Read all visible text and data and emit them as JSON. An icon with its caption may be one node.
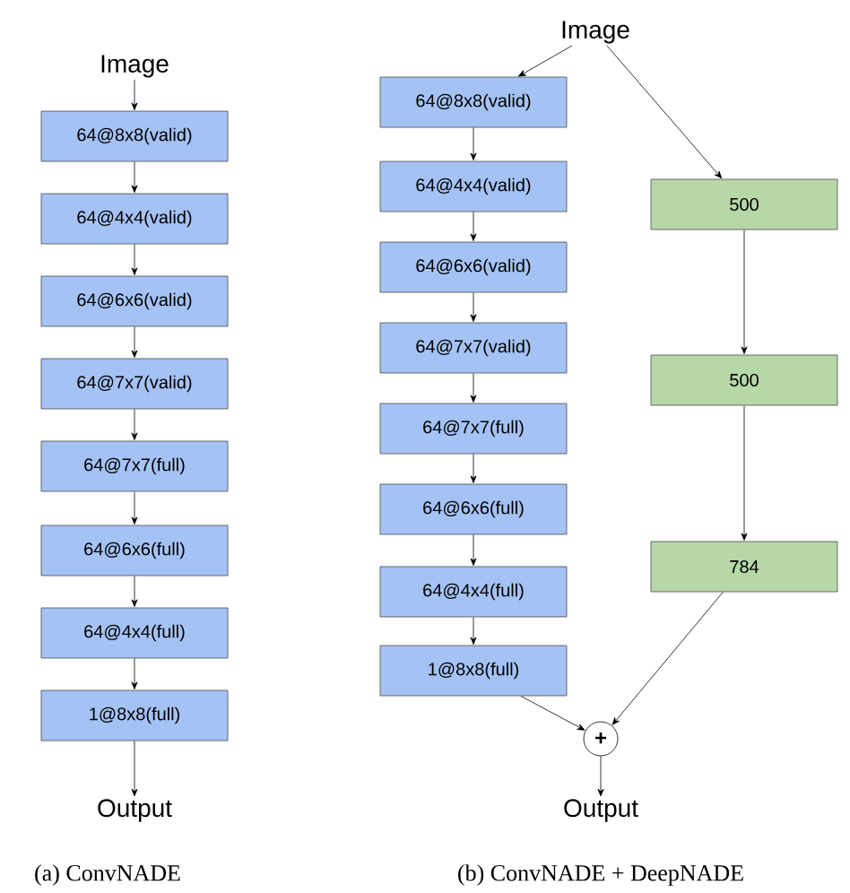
{
  "diagram": {
    "nodes": [
      {
        "text": [
          "Image"
        ]
      },
      {
        "text": [
          "64@8x8(valid)"
        ]
      },
      {
        "text": [
          "64@4x4(valid)"
        ]
      },
      {
        "text": [
          "64@6x6(valid)"
        ]
      },
      {
        "text": [
          "64@7x7(valid)"
        ]
      },
      {
        "text": [
          "64@7x7(full)"
        ]
      },
      {
        "text": [
          "64@6x6(full)"
        ]
      },
      {
        "text": [
          "64@4x4(full)"
        ]
      },
      {
        "text": [
          "1@8x8(full)"
        ]
      },
      {
        "text": [
          "Output"
        ]
      },
      {
        "text": [
          "Image"
        ]
      },
      {
        "text": [
          "64@8x8(valid)"
        ]
      },
      {
        "text": [
          "64@4x4(valid)"
        ]
      },
      {
        "text": [
          "64@6x6(valid)"
        ]
      },
      {
        "text": [
          "64@7x7(valid)"
        ]
      },
      {
        "text": [
          "64@7x7(full)"
        ]
      },
      {
        "text": [
          "64@6x6(full)"
        ]
      },
      {
        "text": [
          "64@4x4(full)"
        ]
      },
      {
        "text": [
          "1@8x8(full)"
        ]
      },
      {
        "text": [
          "500"
        ]
      },
      {
        "text": [
          "500"
        ]
      },
      {
        "text": [
          "784"
        ]
      },
      {
        "text": [
          "+"
        ]
      },
      {
        "text": [
          "Output"
        ]
      }
    ],
    "edges": [
      {
        "from": 0,
        "to": 1,
        "arrow": "to"
      },
      {
        "from": 1,
        "to": 2,
        "arrow": "to"
      },
      {
        "from": 2,
        "to": 3,
        "arrow": "to"
      },
      {
        "from": 3,
        "to": 4,
        "arrow": "to"
      },
      {
        "from": 4,
        "to": 5,
        "arrow": "to"
      },
      {
        "from": 5,
        "to": 6,
        "arrow": "to"
      },
      {
        "from": 6,
        "to": 7,
        "arrow": "to"
      },
      {
        "from": 7,
        "to": 8,
        "arrow": "to"
      },
      {
        "from": 8,
        "to": 9,
        "arrow": "to"
      },
      {
        "from": 10,
        "to": 11,
        "arrow": "to"
      },
      {
        "from": 10,
        "to": 19,
        "arrow": "to"
      },
      {
        "from": 11,
        "to": 12,
        "arrow": "to"
      },
      {
        "from": 12,
        "to": 13,
        "arrow": "to"
      },
      {
        "from": 13,
        "to": 14,
        "arrow": "to"
      },
      {
        "from": 14,
        "to": 15,
        "arrow": "to"
      },
      {
        "from": 15,
        "to": 16,
        "arrow": "to"
      },
      {
        "from": 16,
        "to": 17,
        "arrow": "to"
      },
      {
        "from": 17,
        "to": 18,
        "arrow": "to"
      },
      {
        "from": 19,
        "to": 20,
        "arrow": "to"
      },
      {
        "from": 20,
        "to": 21,
        "arrow": "to"
      },
      {
        "from": 18,
        "to": 22,
        "arrow": "to"
      },
      {
        "from": 21,
        "to": 22,
        "arrow": "to"
      },
      {
        "from": 22,
        "to": 23,
        "arrow": "to"
      }
    ],
    "labels": [
      "(a) ConvNADE",
      "(b) ConvNADE + DeepNADE"
    ]
  }
}
